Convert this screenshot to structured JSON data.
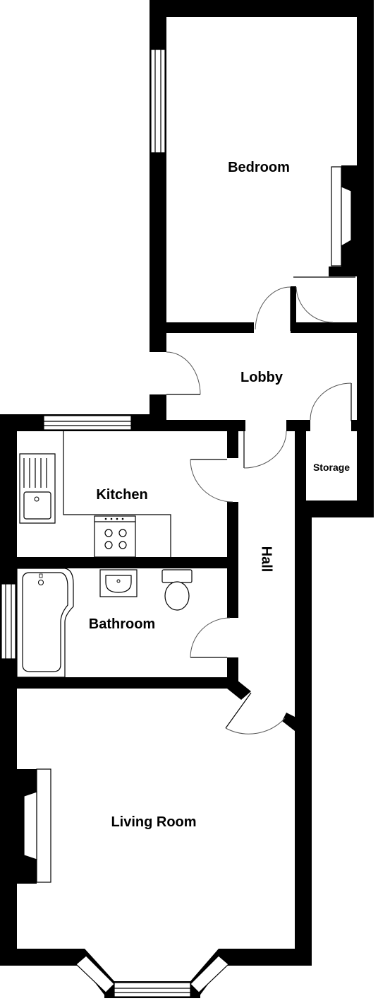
{
  "floorplan": {
    "rooms": [
      {
        "id": "bedroom",
        "label": "Bedroom"
      },
      {
        "id": "lobby",
        "label": "Lobby"
      },
      {
        "id": "storage",
        "label": "Storage"
      },
      {
        "id": "kitchen",
        "label": "Kitchen"
      },
      {
        "id": "hall",
        "label": "Hall"
      },
      {
        "id": "bathroom",
        "label": "Bathroom"
      },
      {
        "id": "living",
        "label": "Living Room"
      }
    ],
    "colors": {
      "wall": "#000000",
      "background": "#ffffff"
    }
  }
}
